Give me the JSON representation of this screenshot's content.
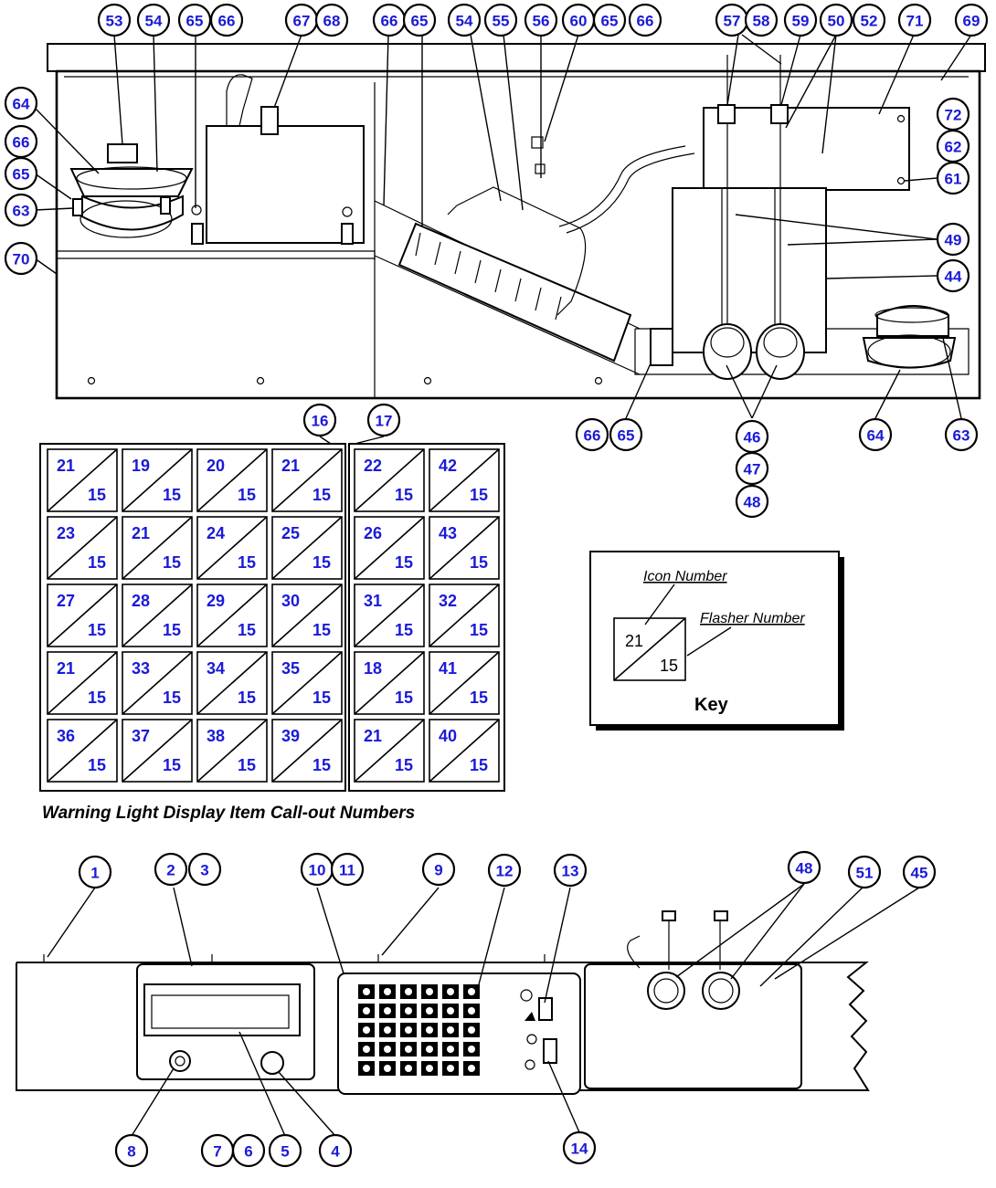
{
  "callouts": {
    "top": [
      "53",
      "54",
      "65",
      "66",
      "67",
      "68",
      "66",
      "65",
      "54",
      "55",
      "56",
      "60",
      "65",
      "66",
      "57",
      "58",
      "59",
      "50",
      "52",
      "71",
      "69"
    ],
    "left": [
      "64",
      "66",
      "65",
      "63",
      "70"
    ],
    "right": [
      "72",
      "62",
      "61",
      "49",
      "44",
      "63"
    ],
    "bottom_top": [
      "66",
      "65",
      "46",
      "47",
      "48",
      "64"
    ],
    "grid_groups": [
      "16",
      "17"
    ],
    "bottom_panel_top": [
      "1",
      "2",
      "3",
      "10",
      "11",
      "9",
      "12",
      "13",
      "48",
      "51",
      "45"
    ],
    "bottom_panel_bottom": [
      "8",
      "7",
      "6",
      "5",
      "4",
      "14"
    ]
  },
  "warning_grid": {
    "left_block": [
      [
        [
          "21",
          "15"
        ],
        [
          "19",
          "15"
        ],
        [
          "20",
          "15"
        ],
        [
          "21",
          "15"
        ]
      ],
      [
        [
          "23",
          "15"
        ],
        [
          "21",
          "15"
        ],
        [
          "24",
          "15"
        ],
        [
          "25",
          "15"
        ]
      ],
      [
        [
          "27",
          "15"
        ],
        [
          "28",
          "15"
        ],
        [
          "29",
          "15"
        ],
        [
          "30",
          "15"
        ]
      ],
      [
        [
          "21",
          "15"
        ],
        [
          "33",
          "15"
        ],
        [
          "34",
          "15"
        ],
        [
          "35",
          "15"
        ]
      ],
      [
        [
          "36",
          "15"
        ],
        [
          "37",
          "15"
        ],
        [
          "38",
          "15"
        ],
        [
          "39",
          "15"
        ]
      ]
    ],
    "right_block": [
      [
        [
          "22",
          "15"
        ],
        [
          "42",
          "15"
        ]
      ],
      [
        [
          "26",
          "15"
        ],
        [
          "43",
          "15"
        ]
      ],
      [
        [
          "31",
          "15"
        ],
        [
          "32",
          "15"
        ]
      ],
      [
        [
          "18",
          "15"
        ],
        [
          "41",
          "15"
        ]
      ],
      [
        [
          "21",
          "15"
        ],
        [
          "40",
          "15"
        ]
      ]
    ],
    "caption": "Warning Light Display Item Call-out Numbers"
  },
  "key": {
    "icon_label": "Icon Number",
    "flasher_label": "Flasher Number",
    "icon_example": "21",
    "flasher_example": "15",
    "title": "Key"
  },
  "colors": {
    "callout_text": "#1a1ad8",
    "line": "#000000",
    "background": "#ffffff"
  }
}
